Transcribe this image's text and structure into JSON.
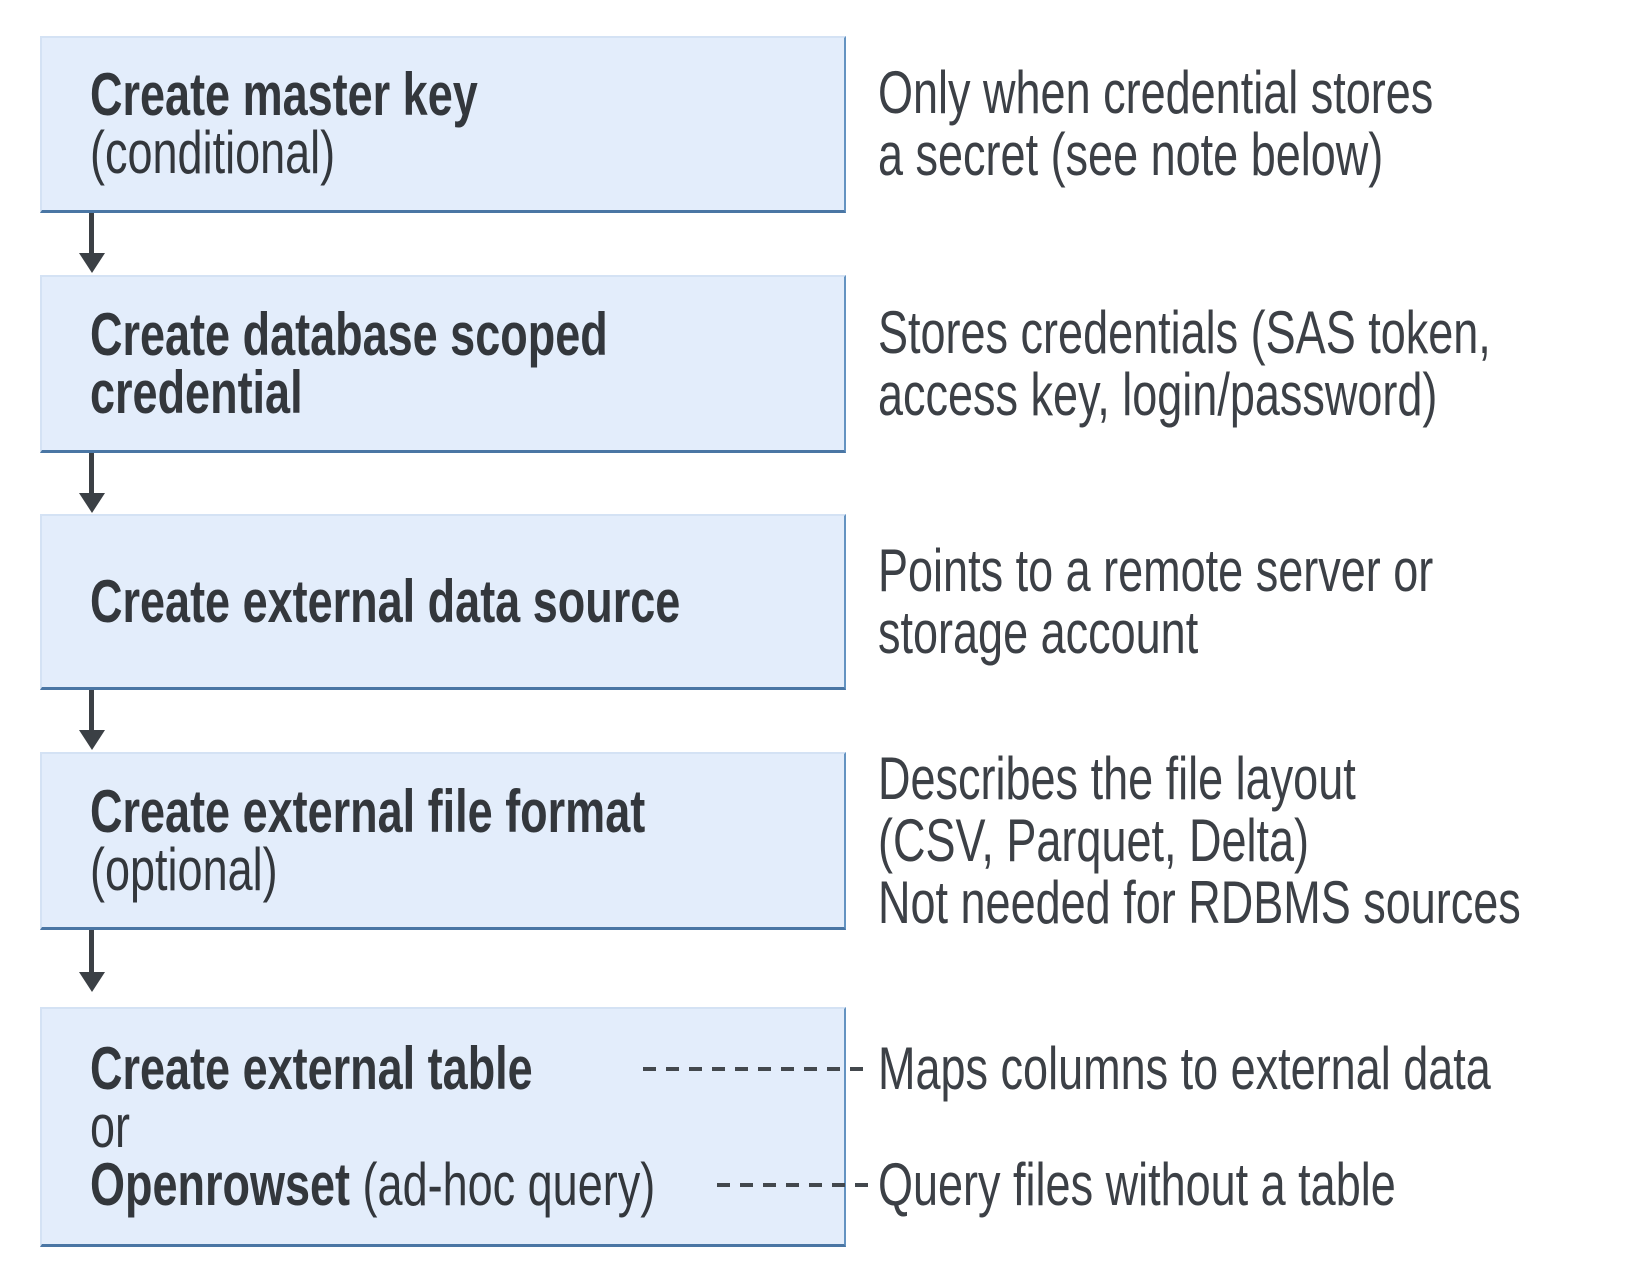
{
  "diagram": {
    "boxes": [
      {
        "name": "create-master-key",
        "lines": [
          {
            "b": "Create master key",
            "r": ""
          },
          {
            "b": "",
            "r": "(conditional)"
          }
        ],
        "annotation": [
          "Only when credential stores",
          "a secret (see note below)"
        ]
      },
      {
        "name": "create-database-scoped-credential",
        "lines": [
          {
            "b": "Create database scoped",
            "r": ""
          },
          {
            "b": "credential",
            "r": ""
          }
        ],
        "annotation": [
          "Stores credentials (SAS token,",
          "access key, login/password)"
        ]
      },
      {
        "name": "create-external-data-source",
        "lines": [
          {
            "b": "Create external data source",
            "r": ""
          }
        ],
        "annotation": [
          "Points to a remote server or",
          "storage account"
        ]
      },
      {
        "name": "create-external-file-format",
        "lines": [
          {
            "b": "Create external file format",
            "r": ""
          },
          {
            "b": "",
            "r": "(optional)"
          }
        ],
        "annotation": [
          "Describes the file layout",
          "(CSV, Parquet, Delta)",
          "Not needed for RDBMS sources"
        ]
      },
      {
        "name": "create-external-table-or-openrowset",
        "lines": [
          {
            "b": "Create external table",
            "r": ""
          },
          {
            "b": "",
            "r": "or"
          },
          {
            "b": "Openrowset",
            "r": " (ad-hoc query)"
          }
        ],
        "annotation": [
          "Maps columns to external data",
          "Query files without a table"
        ]
      }
    ],
    "colors": {
      "box_fill": "#e3edfb",
      "box_border_light": "#d4e2f4",
      "box_border_right": "#6493c1",
      "box_border_bottom": "#4a76a4",
      "arrow": "#3b4045",
      "dash": "#43484d",
      "title_text": "#33373c",
      "annotation_text": "#3c4046"
    }
  }
}
